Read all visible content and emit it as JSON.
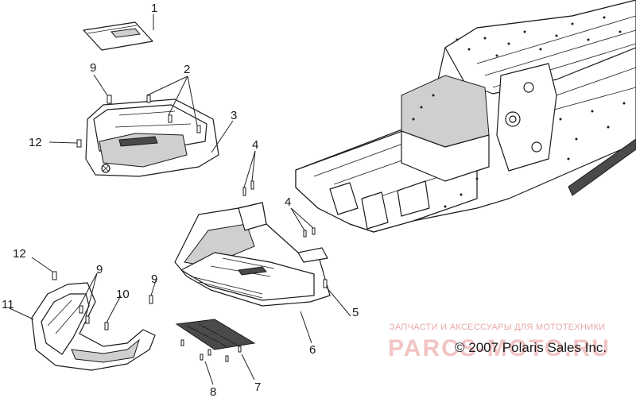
{
  "callouts": {
    "c1": "1",
    "c2": "2",
    "c3": "3",
    "c4a": "4",
    "c4b": "4",
    "c5": "5",
    "c6": "6",
    "c7": "7",
    "c8": "8",
    "c9a": "9",
    "c9b": "9",
    "c9c": "9",
    "c10": "10",
    "c11": "11",
    "c12a": "12",
    "c12b": "12"
  },
  "watermark": {
    "line1": "ЗАПЧАСТИ И АКСЕССУАРЫ ДЛЯ МОТОТЕХНИКИ",
    "line2": "PARCS-MOTO.RU"
  },
  "copyright": "© 2007 Polaris Sales Inc."
}
